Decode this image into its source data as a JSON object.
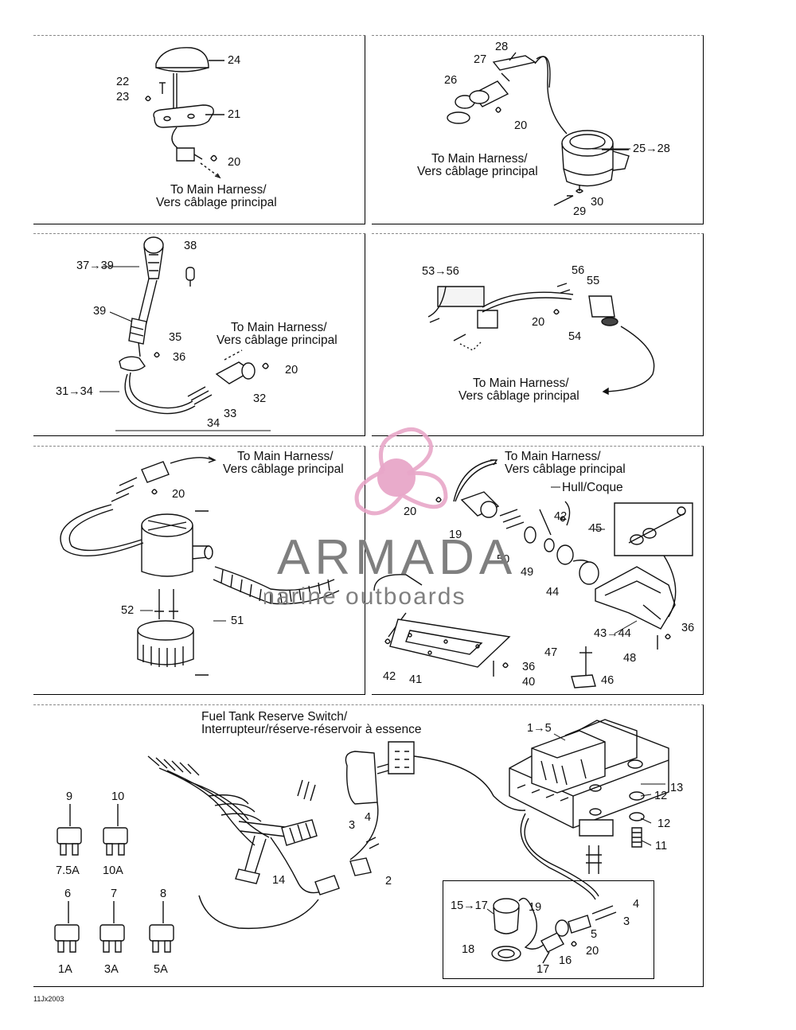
{
  "labels": {
    "p1": {
      "n24": "24",
      "n22": "22",
      "n23": "23",
      "n21": "21",
      "n20": "20",
      "harness1": "To Main Harness/",
      "harness2": "Vers câblage principal"
    },
    "p2": {
      "n28": "28",
      "n27": "27",
      "n26": "26",
      "n20": "20",
      "harness1": "To Main Harness/",
      "harness2": "Vers câblage principal",
      "n25to28": "25→28",
      "n30": "30",
      "n29": "29"
    },
    "p3": {
      "n37to39": "37→39",
      "n38": "38",
      "n39": "39",
      "n35": "35",
      "n36": "36",
      "harness1": "To Main Harness/",
      "harness2": "Vers câblage principal",
      "n20": "20",
      "n31to34": "31→34",
      "n32": "32",
      "n33": "33",
      "n34": "34"
    },
    "p4": {
      "n53to56": "53→56",
      "n56": "56",
      "n55": "55",
      "n20": "20",
      "n54": "54",
      "harness1": "To Main Harness/",
      "harness2": "Vers câblage principal"
    },
    "p5": {
      "harness1": "To Main Harness/",
      "harness2": "Vers câblage principal",
      "n20": "20",
      "n52": "52",
      "n51": "51"
    },
    "p6": {
      "harness1": "To Main Harness/",
      "harness2": "Vers câblage principal",
      "hull": "Hull/Coque",
      "n42a": "42",
      "n45": "45",
      "n20": "20",
      "n19": "19",
      "n50": "50",
      "n49": "49",
      "n44": "44",
      "n43to44": "43→44",
      "n36a": "36",
      "n47": "47",
      "n48": "48",
      "n36b": "36",
      "n40": "40",
      "n46": "46",
      "n42b": "42",
      "n41": "41"
    },
    "p7": {
      "fuel1": "Fuel Tank Reserve Switch/",
      "fuel2": "Interrupteur/réserve-réservoir à essence",
      "n1to5": "1→5",
      "n13": "13",
      "n12a": "12",
      "n12b": "12",
      "n11": "11",
      "n9": "9",
      "n10": "10",
      "n4a": "4",
      "n3a": "3",
      "n2": "2",
      "n14": "14",
      "n6": "6",
      "n7": "7",
      "n8": "8",
      "n15to17": "15→17",
      "n19": "19",
      "n4b": "4",
      "n3b": "3",
      "n5": "5",
      "n18": "18",
      "n20": "20",
      "n17": "17",
      "n16": "16"
    }
  },
  "fuses": [
    {
      "number": "9",
      "rating": "7.5A"
    },
    {
      "number": "10",
      "rating": "10A"
    },
    {
      "number": "6",
      "rating": "1A"
    },
    {
      "number": "7",
      "rating": "3A"
    },
    {
      "number": "8",
      "rating": "5A"
    }
  ],
  "footer_code": "11Jx2003",
  "watermark": {
    "brand": "ARMADA",
    "tagline": "marine outboards",
    "color_text": "#7f7f7f",
    "color_logo": "#e8a7c8"
  }
}
